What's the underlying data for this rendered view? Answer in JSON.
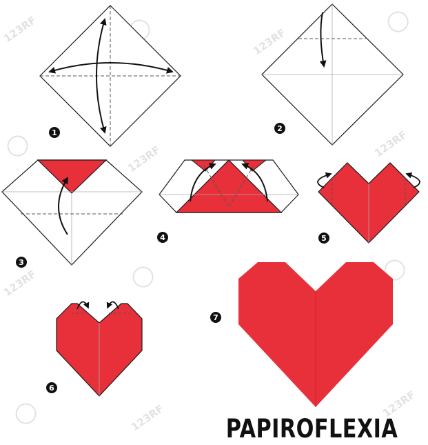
{
  "caption": "PAPIROFLEXIA",
  "watermark": "123RF",
  "steps": [
    {
      "number": "1"
    },
    {
      "number": "2"
    },
    {
      "number": "3"
    },
    {
      "number": "4"
    },
    {
      "number": "5"
    },
    {
      "number": "6"
    },
    {
      "number": "7"
    }
  ],
  "colors": {
    "paper_red": "#e8303a",
    "outline": "#1a1a1a",
    "fold_line": "#888888",
    "badge": "#111111",
    "watermark": "#e2e2e2"
  }
}
